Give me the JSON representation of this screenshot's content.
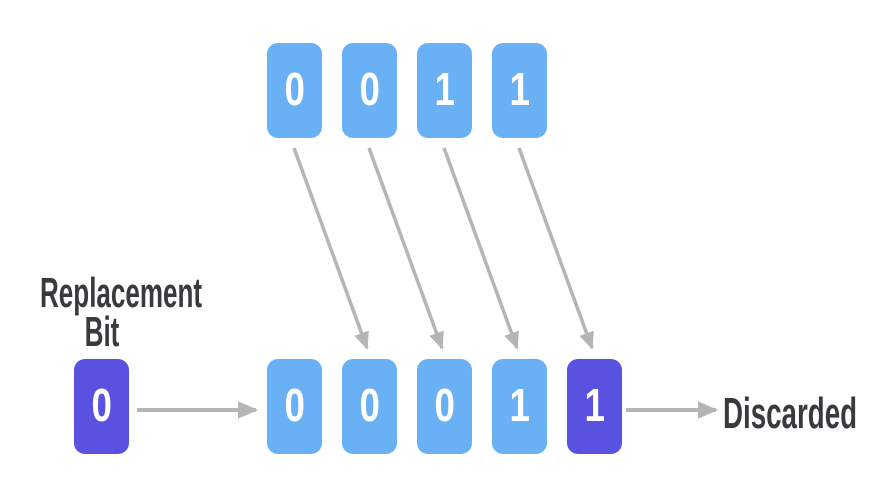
{
  "labels": {
    "replacement_line1": "Replacement",
    "replacement_line2": "Bit",
    "discarded": "Discarded"
  },
  "replacement_bit": {
    "value": "0"
  },
  "rows": {
    "top": {
      "bits": [
        "0",
        "0",
        "1",
        "1"
      ]
    },
    "bottom": {
      "bits": [
        "0",
        "0",
        "0",
        "1",
        "1"
      ]
    }
  },
  "colors": {
    "bit_blue": "#6AB0F5",
    "bit_purple": "#5951E0",
    "arrow_gray": "#B5B5B5",
    "label_dark": "#3A3A3E",
    "digit_white": "#FFFFFF",
    "background": "#FFFFFF"
  }
}
